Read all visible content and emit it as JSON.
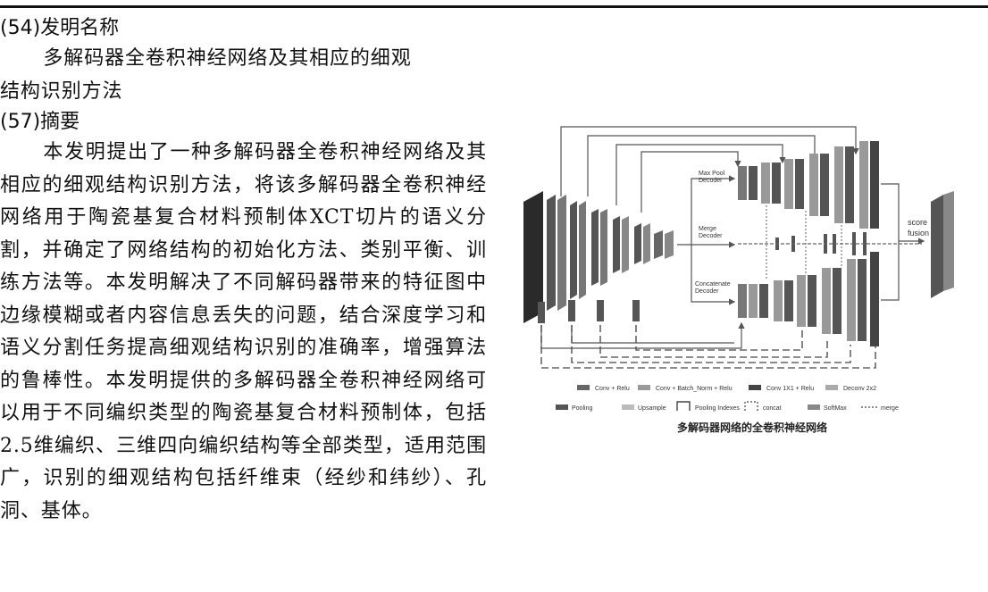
{
  "section54": {
    "label": "(54)发明名称",
    "title_line1": "多解码器全卷积神经网络及其相应的细观",
    "title_line2": "结构识别方法"
  },
  "section57": {
    "label": "(57)摘要",
    "abstract": "本发明提出了一种多解码器全卷积神经网络及其相应的细观结构识别方法，将该多解码器全卷积神经网络用于陶瓷基复合材料预制体XCT切片的语义分割，并确定了网络结构的初始化方法、类别平衡、训练方法等。本发明解决了不同解码器带来的特征图中边缘模糊或者内容信息丢失的问题，结合深度学习和语义分割任务提高细观结构识别的准确率，增强算法的鲁棒性。本发明提供的多解码器全卷积神经网络可以用于不同编织类型的陶瓷基复合材料预制体，包括2.5维编织、三维四向编织结构等全部类型，适用范围广，识别的细观结构包括纤维束（经纱和纬纱）、孔洞、基体。"
  },
  "figure": {
    "branch_maxpool_1": "Max Pool",
    "branch_maxpool_2": "Decoder",
    "branch_merge_1": "Merge",
    "branch_merge_2": "Decoder",
    "branch_concat_1": "Concatenate",
    "branch_concat_2": "Decoder",
    "score_1": "score",
    "score_2": "fusion",
    "legend": {
      "conv_relu": "Conv + Relu",
      "conv_bn_relu": "Conv + Batch_Norm + Relu",
      "conv1x1_relu": "Conv 1X1 + Relu",
      "deconv": "Deconv 2x2",
      "pooling": "Pooling",
      "upsample": "Upsample",
      "pooling_indexes": "Pooling Indexes",
      "concat": "concat",
      "softmax": "SoftMax",
      "merge": "merge"
    },
    "caption": "多解码器网络的全卷积神经网络"
  }
}
